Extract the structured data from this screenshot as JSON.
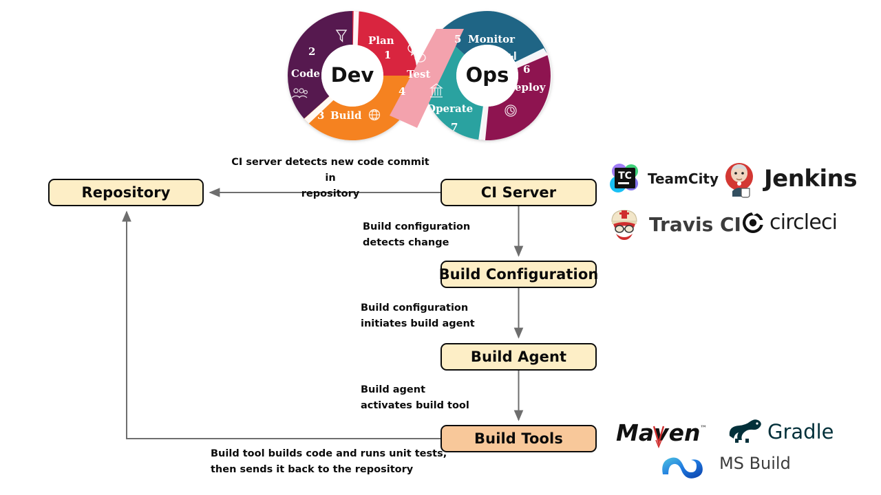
{
  "devops_wheel": {
    "center_left_label": "Dev",
    "center_right_label": "Ops",
    "stages": [
      {
        "number": "1",
        "label": "Plan",
        "icon": "funnel-icon",
        "color": "#d9253f"
      },
      {
        "number": "2",
        "label": "Code",
        "icon": "people-icon",
        "color": "#56194f"
      },
      {
        "number": "3",
        "label": "Build",
        "icon": "globe-icon",
        "color": "#f58220"
      },
      {
        "number": "4",
        "label": "Test",
        "icon": "chat-icon",
        "color": "#f3a2ad"
      },
      {
        "number": "5",
        "label": "Monitor",
        "icon": "bar-chart-icon",
        "color": "#1f6585"
      },
      {
        "number": "6",
        "label": "Deploy",
        "icon": "clock-icon",
        "color": "#8e1450"
      },
      {
        "number": "7",
        "label": "Operate",
        "icon": "bank-icon",
        "color": "#2aa2a0"
      }
    ]
  },
  "flow": {
    "nodes": [
      {
        "id": "repository",
        "label": "Repository"
      },
      {
        "id": "ci-server",
        "label": "CI Server"
      },
      {
        "id": "build-config",
        "label": "Build Configuration"
      },
      {
        "id": "build-agent",
        "label": "Build Agent"
      },
      {
        "id": "build-tools",
        "label": "Build Tools"
      }
    ],
    "labels": {
      "commit": "CI server detects new code commit in\nrepository",
      "detects_change": "Build configuration\ndetects change",
      "initiates_agent": "Build configuration\ninitiates build agent",
      "activates_tool": "Build agent\nactivates build tool",
      "send_back": "Build tool builds code and runs unit tests,\nthen sends it back to the repository"
    },
    "colors": {
      "node_fill": "#fdeec6",
      "node_accent_fill": "#f8c89a",
      "node_border": "#0b0b0b",
      "arrow": "#6e6e6e"
    }
  },
  "ci_tools": [
    {
      "name": "TeamCity",
      "icon": "teamcity-logo"
    },
    {
      "name": "Jenkins",
      "icon": "jenkins-logo"
    },
    {
      "name": "Travis CI",
      "icon": "travisci-logo"
    },
    {
      "name": "circleci",
      "icon": "circleci-logo"
    }
  ],
  "build_tools": [
    {
      "name": "Maven",
      "icon": "maven-logo"
    },
    {
      "name": "Gradle",
      "icon": "gradle-logo"
    },
    {
      "name": "MS Build",
      "icon": "msbuild-logo"
    }
  ]
}
